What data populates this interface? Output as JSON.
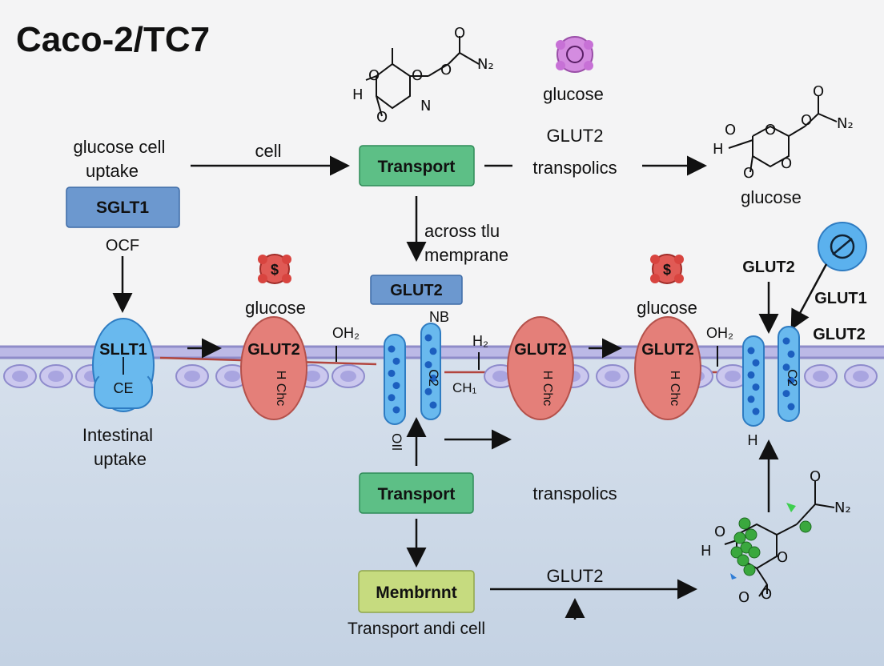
{
  "title": "Caco-2/TC7",
  "colors": {
    "background_top": "#f4f4f5",
    "background_bottom": "#c9d6e6",
    "membrane": "#b9b8e6",
    "green_box": "#5dbf86",
    "blue_box": "#6c98cf",
    "olive_box": "#c6db7f",
    "red_transporter": "#e47f79",
    "blue_transporter": "#69b9ee"
  },
  "labels": {
    "glucose_cell_uptake": [
      "glucose cell",
      "uptake"
    ],
    "cell": "cell",
    "transport_top": "Transport",
    "glut2_top": "GLUT2",
    "transpolics_top": "transpolics",
    "glucose_top_center": "glucose",
    "glucose_right_top": "glucose",
    "sglt1": "SGLT1",
    "ocf": "OCF",
    "across": [
      "across tlu",
      "memprane"
    ],
    "glut2_box": "GLUT2",
    "glucose_left": "glucose",
    "glucose_right": "glucose",
    "glut2_right_upper": "GLUT2",
    "glut1_right": "GLUT1",
    "glut2_right_lower": "GLUT2",
    "nb": "NB",
    "oh2_left": "OH₂",
    "oh2_right": "OH₂",
    "h2": "H₂",
    "ch1": "CH₁",
    "h_right": "H",
    "slt1": "SLLT1",
    "ce": "CE",
    "glut2_red_1": "GLUT2",
    "glut2_red_2": "GLUT2",
    "glut2_red_3": "GLUT2",
    "hchc": "H Chc",
    "c2": "C2",
    "oil": "OIl",
    "intestinal_uptake": [
      "Intestinal",
      "uptake"
    ],
    "transport_bottom": "Transport",
    "transpolics_bottom": "transpolics",
    "membrnt": "Membrnnt",
    "transport_andi_cell": "Transport andi cell",
    "glut2_bottom": "GLUT2"
  },
  "molecules": {
    "top_center": {
      "atoms": [
        "O",
        "O",
        "N₂",
        "H",
        "O",
        "N",
        "O"
      ]
    },
    "top_right": {
      "atoms": [
        "O",
        "O",
        "N₂",
        "H",
        "O",
        "O",
        "O"
      ]
    },
    "bottom_right": {
      "atoms": [
        "O",
        "N₂",
        "H",
        "O",
        "O",
        "O"
      ]
    }
  },
  "icons": [
    "glucose-molecule-icon",
    "dollar-icon",
    "no-entry-icon"
  ]
}
